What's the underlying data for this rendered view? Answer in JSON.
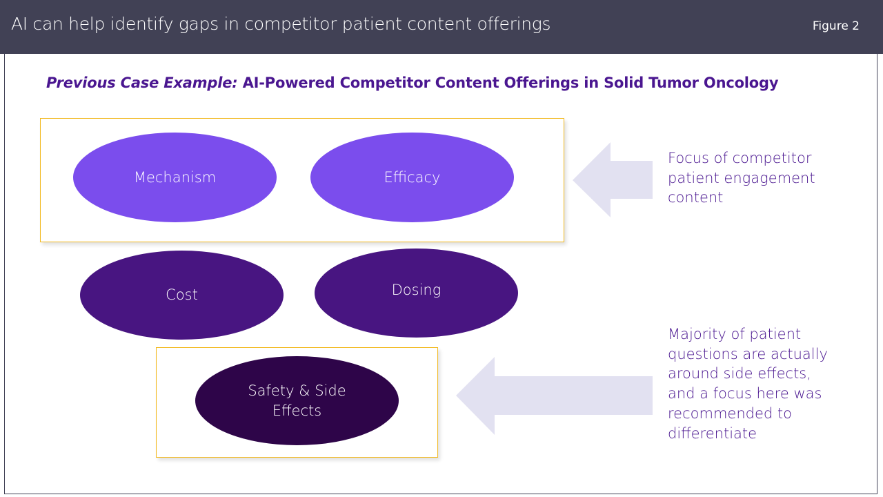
{
  "header": {
    "title": "AI can help identify gaps in competitor patient content offerings",
    "figure_label": "Figure 2"
  },
  "subtitle": {
    "emphasis": "Previous Case Example:",
    "text": " AI-Powered Competitor Content Offerings in Solid Tumor Oncology"
  },
  "topics": {
    "mechanism": "Mechanism",
    "efficacy": "Efficacy",
    "cost": "Cost",
    "dosing": "Dosing",
    "safety": "Safety & Side Effects"
  },
  "notes": {
    "competitor_focus": "Focus of competitor patient engagement content",
    "patient_questions": "Majority of patient questions are actually around side effects, and a focus here was recommended to differentiate"
  },
  "colors": {
    "header_bg": "#414155",
    "accent_purple": "#4a1690",
    "ellipse_light": "#7b4ded",
    "ellipse_mid": "#481581",
    "ellipse_dark": "#2e0549",
    "box_border": "#f2b81c",
    "arrow_fill": "#e2e1f1"
  }
}
